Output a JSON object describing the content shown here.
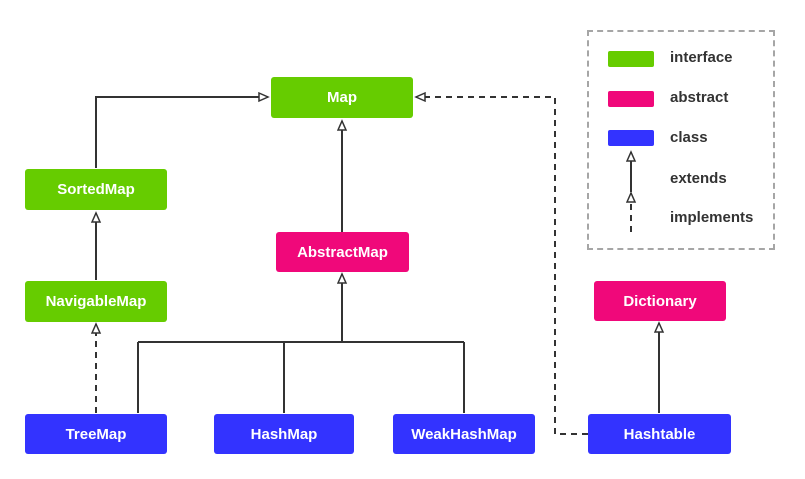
{
  "colors": {
    "interface": "#66cc00",
    "abstract": "#f0087a",
    "class": "#3333ff",
    "edge": "#333333",
    "legend_border": "#a6a6a6"
  },
  "nodes": {
    "map": {
      "label": "Map",
      "kind": "interface"
    },
    "sorted_map": {
      "label": "SortedMap",
      "kind": "interface"
    },
    "navigable_map": {
      "label": "NavigableMap",
      "kind": "interface"
    },
    "abstract_map": {
      "label": "AbstractMap",
      "kind": "abstract"
    },
    "dictionary": {
      "label": "Dictionary",
      "kind": "abstract"
    },
    "tree_map": {
      "label": "TreeMap",
      "kind": "class"
    },
    "hash_map": {
      "label": "HashMap",
      "kind": "class"
    },
    "weak_hash_map": {
      "label": "WeakHashMap",
      "kind": "class"
    },
    "hashtable": {
      "label": "Hashtable",
      "kind": "class"
    }
  },
  "edges": [
    {
      "from": "SortedMap",
      "to": "Map",
      "type": "extends"
    },
    {
      "from": "NavigableMap",
      "to": "SortedMap",
      "type": "extends"
    },
    {
      "from": "TreeMap",
      "to": "NavigableMap",
      "type": "implements"
    },
    {
      "from": "AbstractMap",
      "to": "Map",
      "type": "extends"
    },
    {
      "from": "TreeMap",
      "to": "AbstractMap",
      "type": "extends"
    },
    {
      "from": "HashMap",
      "to": "AbstractMap",
      "type": "extends"
    },
    {
      "from": "WeakHashMap",
      "to": "AbstractMap",
      "type": "extends"
    },
    {
      "from": "Hashtable",
      "to": "Map",
      "type": "implements"
    },
    {
      "from": "Hashtable",
      "to": "Dictionary",
      "type": "extends"
    }
  ],
  "legend": {
    "interface": "interface",
    "abstract": "abstract",
    "class": "class",
    "extends": "extends",
    "implements": "implements"
  }
}
